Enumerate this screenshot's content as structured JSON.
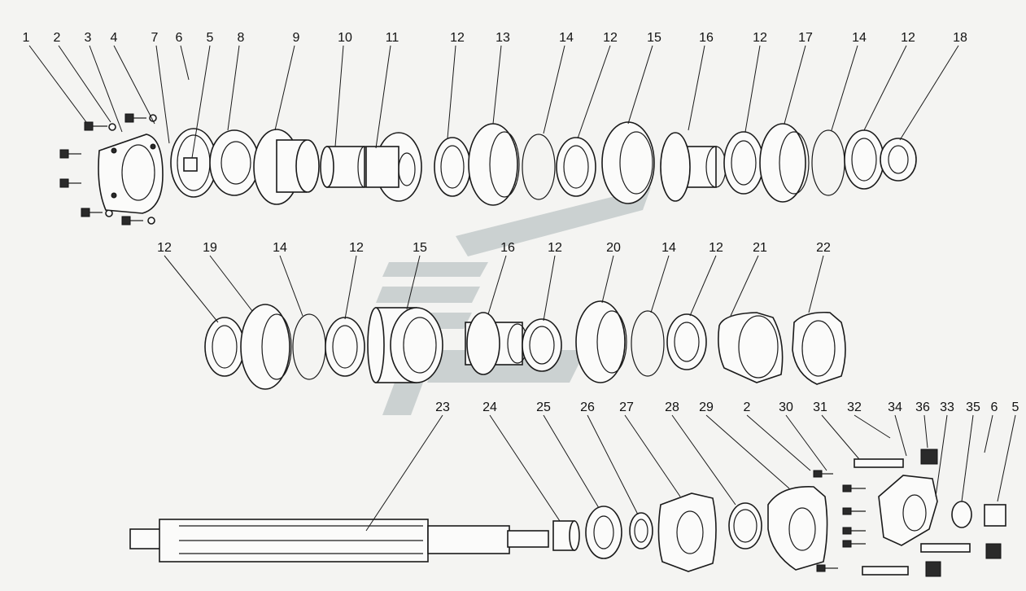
{
  "diagram": {
    "colors": {
      "ink": "#1a1a1a",
      "paper": "#f4f4f2",
      "watermark": "#a9b4b6"
    },
    "rows": {
      "top": [
        {
          "id": "1",
          "label": "1"
        },
        {
          "id": "2",
          "label": "2"
        },
        {
          "id": "3",
          "label": "3"
        },
        {
          "id": "4",
          "label": "4"
        },
        {
          "id": "7",
          "label": "7"
        },
        {
          "id": "6",
          "label": "6"
        },
        {
          "id": "5",
          "label": "5"
        },
        {
          "id": "8",
          "label": "8"
        },
        {
          "id": "9",
          "label": "9"
        },
        {
          "id": "10",
          "label": "10"
        },
        {
          "id": "11",
          "label": "11"
        },
        {
          "id": "12a",
          "label": "12"
        },
        {
          "id": "13",
          "label": "13"
        },
        {
          "id": "14a",
          "label": "14"
        },
        {
          "id": "12b",
          "label": "12"
        },
        {
          "id": "15",
          "label": "15"
        },
        {
          "id": "16",
          "label": "16"
        },
        {
          "id": "12c",
          "label": "12"
        },
        {
          "id": "17",
          "label": "17"
        },
        {
          "id": "14b",
          "label": "14"
        },
        {
          "id": "12d",
          "label": "12"
        },
        {
          "id": "18",
          "label": "18"
        }
      ],
      "middle": [
        {
          "id": "12e",
          "label": "12"
        },
        {
          "id": "19",
          "label": "19"
        },
        {
          "id": "14c",
          "label": "14"
        },
        {
          "id": "12f",
          "label": "12"
        },
        {
          "id": "15b",
          "label": "15"
        },
        {
          "id": "16b",
          "label": "16"
        },
        {
          "id": "12g",
          "label": "12"
        },
        {
          "id": "20",
          "label": "20"
        },
        {
          "id": "14d",
          "label": "14"
        },
        {
          "id": "12h",
          "label": "12"
        },
        {
          "id": "21",
          "label": "21"
        },
        {
          "id": "22",
          "label": "22"
        }
      ],
      "bottom": [
        {
          "id": "23",
          "label": "23"
        },
        {
          "id": "24",
          "label": "24"
        },
        {
          "id": "25",
          "label": "25"
        },
        {
          "id": "26",
          "label": "26"
        },
        {
          "id": "27",
          "label": "27"
        },
        {
          "id": "28",
          "label": "28"
        },
        {
          "id": "29",
          "label": "29"
        },
        {
          "id": "2b",
          "label": "2"
        },
        {
          "id": "30",
          "label": "30"
        },
        {
          "id": "31",
          "label": "31"
        },
        {
          "id": "32",
          "label": "32"
        },
        {
          "id": "34",
          "label": "34"
        },
        {
          "id": "36",
          "label": "36"
        },
        {
          "id": "33",
          "label": "33"
        },
        {
          "id": "35",
          "label": "35"
        },
        {
          "id": "6b",
          "label": "6"
        },
        {
          "id": "5b",
          "label": "5"
        }
      ]
    },
    "icons": {
      "watermark": "logo-watermark-icon"
    }
  }
}
